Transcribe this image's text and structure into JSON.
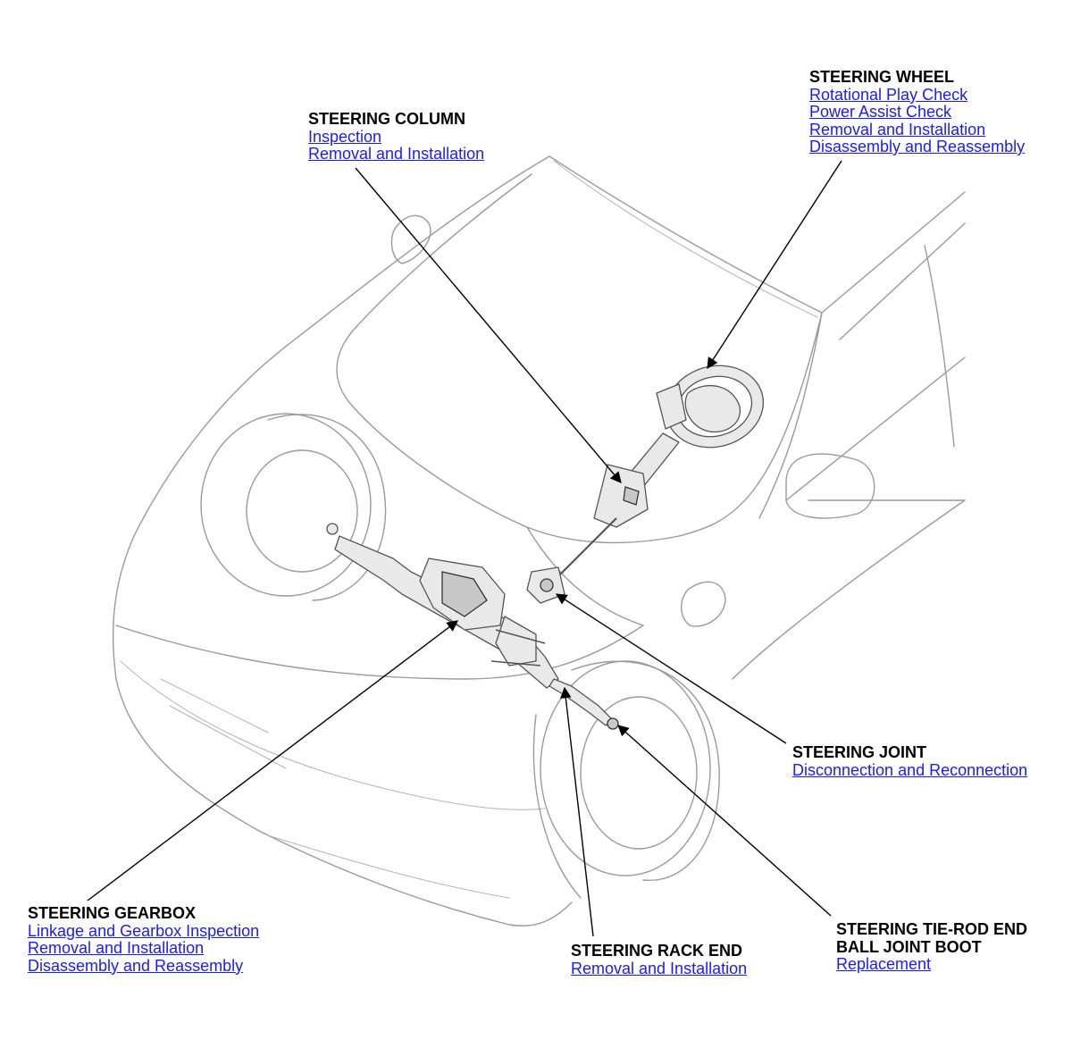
{
  "callouts": {
    "steering_column": {
      "heading": "STEERING COLUMN",
      "links": [
        "Inspection",
        "Removal and Installation"
      ]
    },
    "steering_wheel": {
      "heading": "STEERING WHEEL",
      "links": [
        "Rotational Play Check",
        "Power Assist Check",
        "Removal and Installation",
        "Disassembly and Reassembly"
      ]
    },
    "steering_joint": {
      "heading": "STEERING JOINT",
      "links": [
        "Disconnection and Reconnection"
      ]
    },
    "steering_gearbox": {
      "heading": "STEERING GEARBOX",
      "links": [
        "Linkage and Gearbox Inspection",
        "Removal and Installation",
        "Disassembly and Reassembly"
      ]
    },
    "steering_rack_end": {
      "heading": "STEERING RACK END",
      "links": [
        "Removal and Installation"
      ]
    },
    "steering_tie_rod_end": {
      "heading_line1": "STEERING TIE-ROD END",
      "heading_line2": "BALL JOINT BOOT",
      "links": [
        "Replacement"
      ]
    }
  },
  "colors": {
    "link": "#1a1aff",
    "heading": "#000000",
    "car_outline": "#9a9a9a",
    "leader_line": "#000000"
  }
}
